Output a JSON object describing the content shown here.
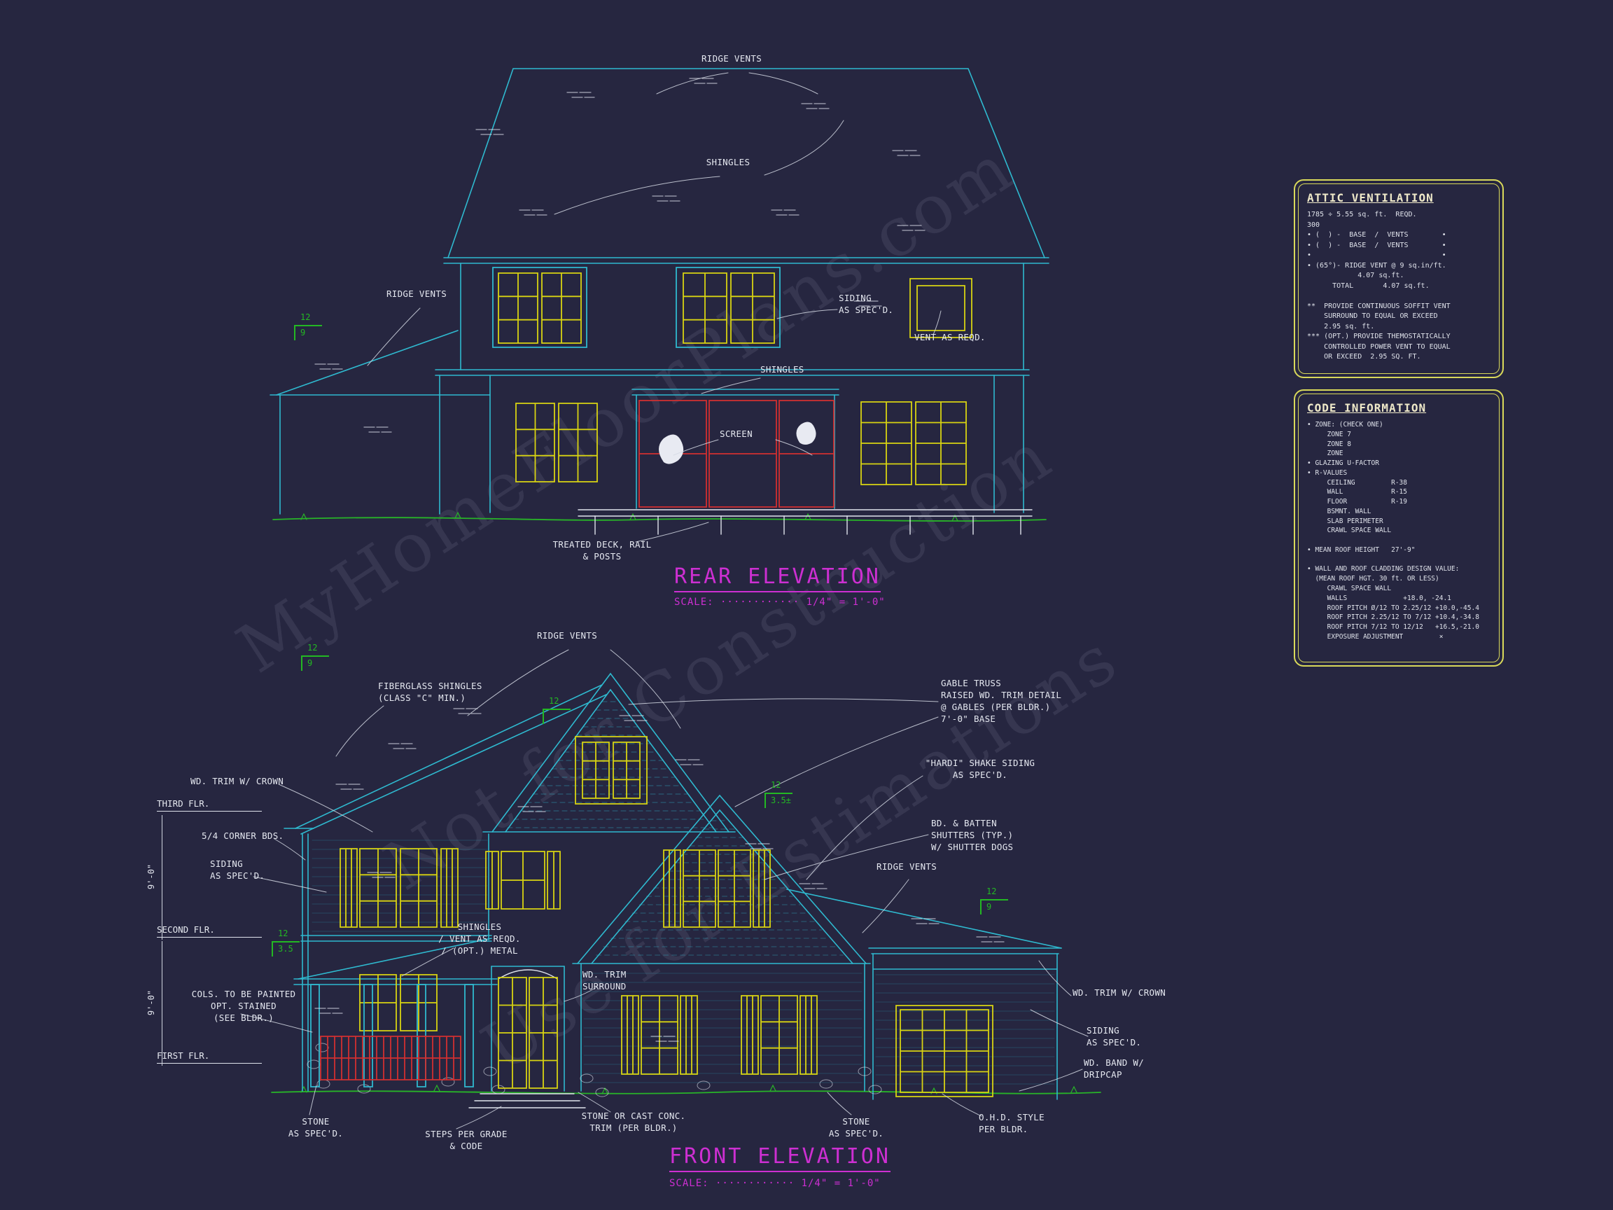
{
  "watermark": {
    "line1": "MyHomeFloorPlans.com",
    "line2": "Not for Construction",
    "line3": "Use for Estimations"
  },
  "rear": {
    "title": "REAR ELEVATION",
    "scale": "SCALE: ············ 1/4\" = 1'-0\"",
    "pitch": {
      "run": "12",
      "rise": "9"
    },
    "labels": {
      "ridge_vents_top": "RIDGE VENTS",
      "shingles_upper": "SHINGLES",
      "ridge_vents_left": "RIDGE VENTS",
      "siding": "SIDING\nAS SPEC'D.",
      "vent_reqd": "VENT AS REQD.",
      "shingles_lower": "SHINGLES",
      "screen": "SCREEN",
      "deck": "TREATED DECK, RAIL\n& POSTS"
    }
  },
  "front": {
    "title": "FRONT ELEVATION",
    "scale": "SCALE: ············ 1/4\" = 1'-0\"",
    "pitches": {
      "left": {
        "run": "12",
        "rise": "9"
      },
      "center": {
        "run": "12",
        "rise": ""
      },
      "right": {
        "run": "12",
        "rise": "3.5±"
      },
      "garage": {
        "run": "12",
        "rise": "9"
      },
      "porch": {
        "run": "12",
        "rise": "3.5"
      }
    },
    "labels": {
      "ridge_vents_top": "RIDGE VENTS",
      "fiberglass": "FIBERGLASS SHINGLES\n(CLASS \"C\" MIN.)",
      "gable_truss": "GABLE TRUSS\nRAISED WD. TRIM DETAIL\n@ GABLES (PER BLDR.)\n7'-0\" BASE",
      "hardi": "\"HARDI\" SHAKE SIDING\nAS SPEC'D.",
      "wd_trim_left": "WD. TRIM W/ CROWN",
      "third_flr": "THIRD FLR.",
      "corner_bds": "5/4 CORNER BDS.",
      "siding_left": "SIDING\nAS SPEC'D.",
      "bd_batten": "BD. & BATTEN\nSHUTTERS (TYP.)\nW/ SHUTTER DOGS",
      "ridge_vents_right": "RIDGE VENTS",
      "second_flr": "SECOND FLR.",
      "shingles_vent": "SHINGLES\n/ VENT AS REQD.\n/ (OPT.) METAL",
      "wd_trim_surround": "WD. TRIM\nSURROUND",
      "cols": "COLS. TO BE PAINTED\nOPT. STAINED\n(SEE BLDR.)",
      "wd_trim_right": "WD. TRIM W/ CROWN",
      "siding_right": "SIDING\nAS SPEC'D.",
      "wd_band": "WD. BAND W/\nDRIPCAP",
      "first_flr": "FIRST FLR.",
      "stone_left": "STONE\nAS SPEC'D.",
      "steps": "STEPS PER GRADE\n& CODE",
      "stone_trim": "STONE OR CAST CONC.\nTRIM (PER BLDR.)",
      "stone_right": "STONE\nAS SPEC'D.",
      "ohd": "O.H.D. STYLE\nPER BLDR.",
      "dim_upper": "9'-0\"",
      "dim_lower": "9'-0\""
    }
  },
  "attic_panel": {
    "title": "ATTIC VENTILATION",
    "lines": [
      "1785 ÷ 5.55 sq. ft.  REQD.",
      "300",
      "• (  ) -  BASE  /  VENTS        •",
      "• (  ) -  BASE  /  VENTS        •",
      "•                               •",
      "• (65°)- RIDGE VENT @ 9 sq.in/ft.",
      "            4.07 sq.ft.",
      "      TOTAL       4.07 sq.ft.",
      "",
      "**  PROVIDE CONTINUOUS SOFFIT VENT",
      "    SURROUND TO EQUAL OR EXCEED",
      "    2.95 sq. ft.",
      "*** (OPT.) PROVIDE THEMOSTATICALLY",
      "    CONTROLLED POWER VENT TO EQUAL",
      "    OR EXCEED  2.95 SQ. FT."
    ]
  },
  "code_panel": {
    "title": "CODE INFORMATION",
    "lines": [
      "• ZONE: (CHECK ONE)",
      "     ZONE 7",
      "     ZONE 8",
      "     ZONE",
      "• GLAZING U-FACTOR",
      "• R-VALUES",
      "     CEILING         R-38",
      "     WALL            R-15",
      "     FLOOR           R-19",
      "     BSMNT. WALL",
      "     SLAB PERIMETER",
      "     CRAWL SPACE WALL",
      "",
      "• MEAN ROOF HEIGHT   27'-9\"",
      "",
      "• WALL AND ROOF CLADDING DESIGN VALUE:",
      "  (MEAN ROOF HGT. 30 ft. OR LESS)",
      "     CRAWL SPACE WALL",
      "     WALLS              +18.0, -24.1",
      "     ROOF PITCH Ø/12 TO 2.25/12 +10.0,-45.4",
      "     ROOF PITCH 2.25/12 TO 7/12 +10.4,-34.8",
      "     ROOF PITCH 7/12 TO 12/12   +16.5,-21.0",
      "     EXPOSURE ADJUSTMENT         ×"
    ]
  }
}
